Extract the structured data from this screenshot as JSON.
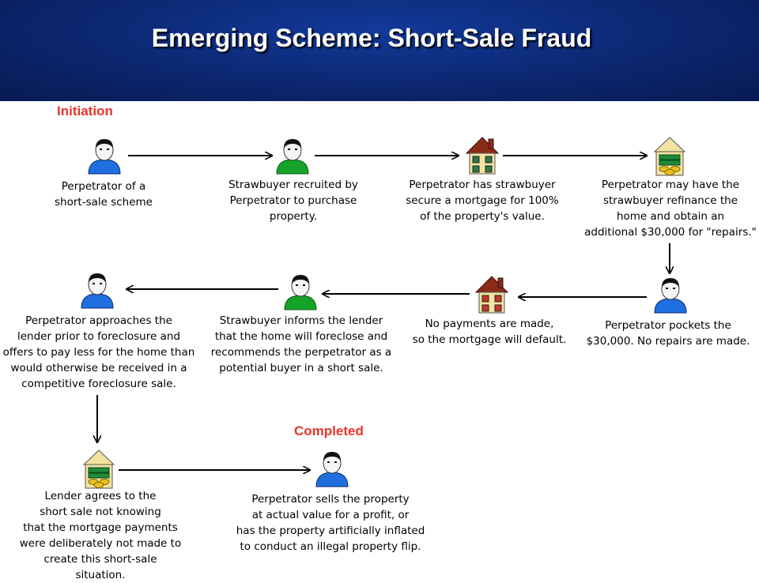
{
  "header": {
    "title": "Emerging Scheme: Short-Sale Fraud"
  },
  "stages": {
    "start": "Initiation",
    "end": "Completed"
  },
  "steps": [
    {
      "icon": "person-blue-icon",
      "text": "Perpetrator of a\nshort-sale scheme"
    },
    {
      "icon": "person-green-icon",
      "text": "Strawbuyer recruited by\nPerpetrator to purchase\nproperty."
    },
    {
      "icon": "house-icon",
      "text": "Perpetrator has strawbuyer\nsecure a mortgage for 100%\nof the property's value."
    },
    {
      "icon": "money-house-icon",
      "text": "Perpetrator may have the\nstrawbuyer refinance the\nhome and obtain an\nadditional $30,000 for \"repairs.\""
    },
    {
      "icon": "person-blue-icon",
      "text": "Perpetrator pockets the\n$30,000.  No repairs are made."
    },
    {
      "icon": "house-icon",
      "text": "No payments are made,\nso the mortgage will default."
    },
    {
      "icon": "person-green-icon",
      "text": "Strawbuyer informs the lender\nthat the home will foreclose and\nrecommends the perpetrator as a\npotential buyer in a short sale."
    },
    {
      "icon": "person-blue-icon",
      "text": "Perpetrator approaches the\nlender prior to foreclosure and\noffers to pay less for the home than\nwould otherwise be received in a\ncompetitive foreclosure sale."
    },
    {
      "icon": "money-house-icon",
      "text": "Lender agrees to the\nshort sale not knowing\nthat the mortgage payments\nwere deliberately not made to\ncreate this short-sale situation."
    },
    {
      "icon": "person-blue-icon",
      "text": "Perpetrator sells the property\nat actual value for a profit, or\nhas the property artificially inflated\nto conduct an illegal property flip."
    }
  ],
  "colors": {
    "header_bg": "#0d2a78",
    "stage_label": "#e8332b",
    "blue_shirt": "#1f6fe0",
    "green_shirt": "#16a32a",
    "house_wall": "#f3e3a0",
    "roof": "#8b2a1a",
    "money": "#1f8a3a",
    "coin": "#e8c020"
  }
}
